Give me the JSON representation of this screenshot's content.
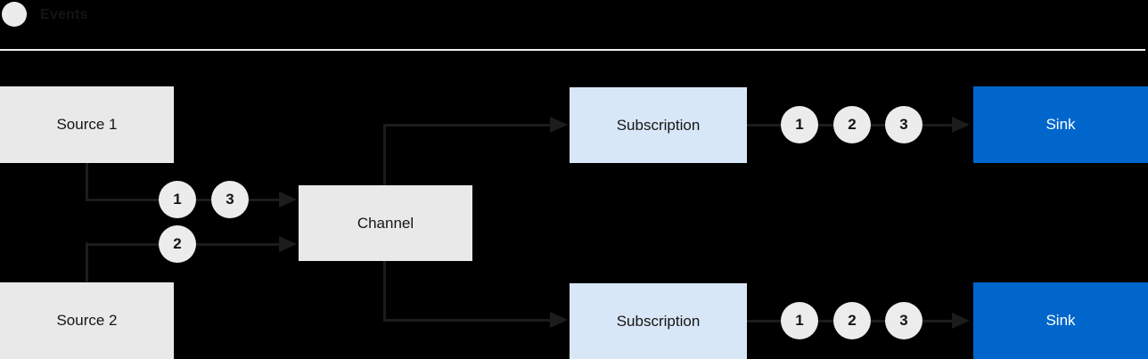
{
  "legend": {
    "label": "Events"
  },
  "nodes": {
    "source1": {
      "label": "Source 1"
    },
    "source2": {
      "label": "Source 2"
    },
    "channel": {
      "label": "Channel"
    },
    "subscription1": {
      "label": "Subscription"
    },
    "subscription2": {
      "label": "Subscription"
    },
    "sink1": {
      "label": "Sink"
    },
    "sink2": {
      "label": "Sink"
    }
  },
  "events": {
    "source1_to_channel": [
      "1",
      "3"
    ],
    "source2_to_channel": [
      "2"
    ],
    "subscription1_to_sink": [
      "1",
      "2",
      "3"
    ],
    "subscription2_to_sink": [
      "1",
      "2",
      "3"
    ]
  },
  "colors": {
    "background": "#000000",
    "box_gray": "#e9e9e9",
    "circle_gray": "#ececec",
    "subscription_blue": "#d8e7f8",
    "sink_blue": "#0066cc",
    "line_dark": "#1c1c1c",
    "text_dark": "#151515",
    "divider": "#f0f0f0"
  }
}
